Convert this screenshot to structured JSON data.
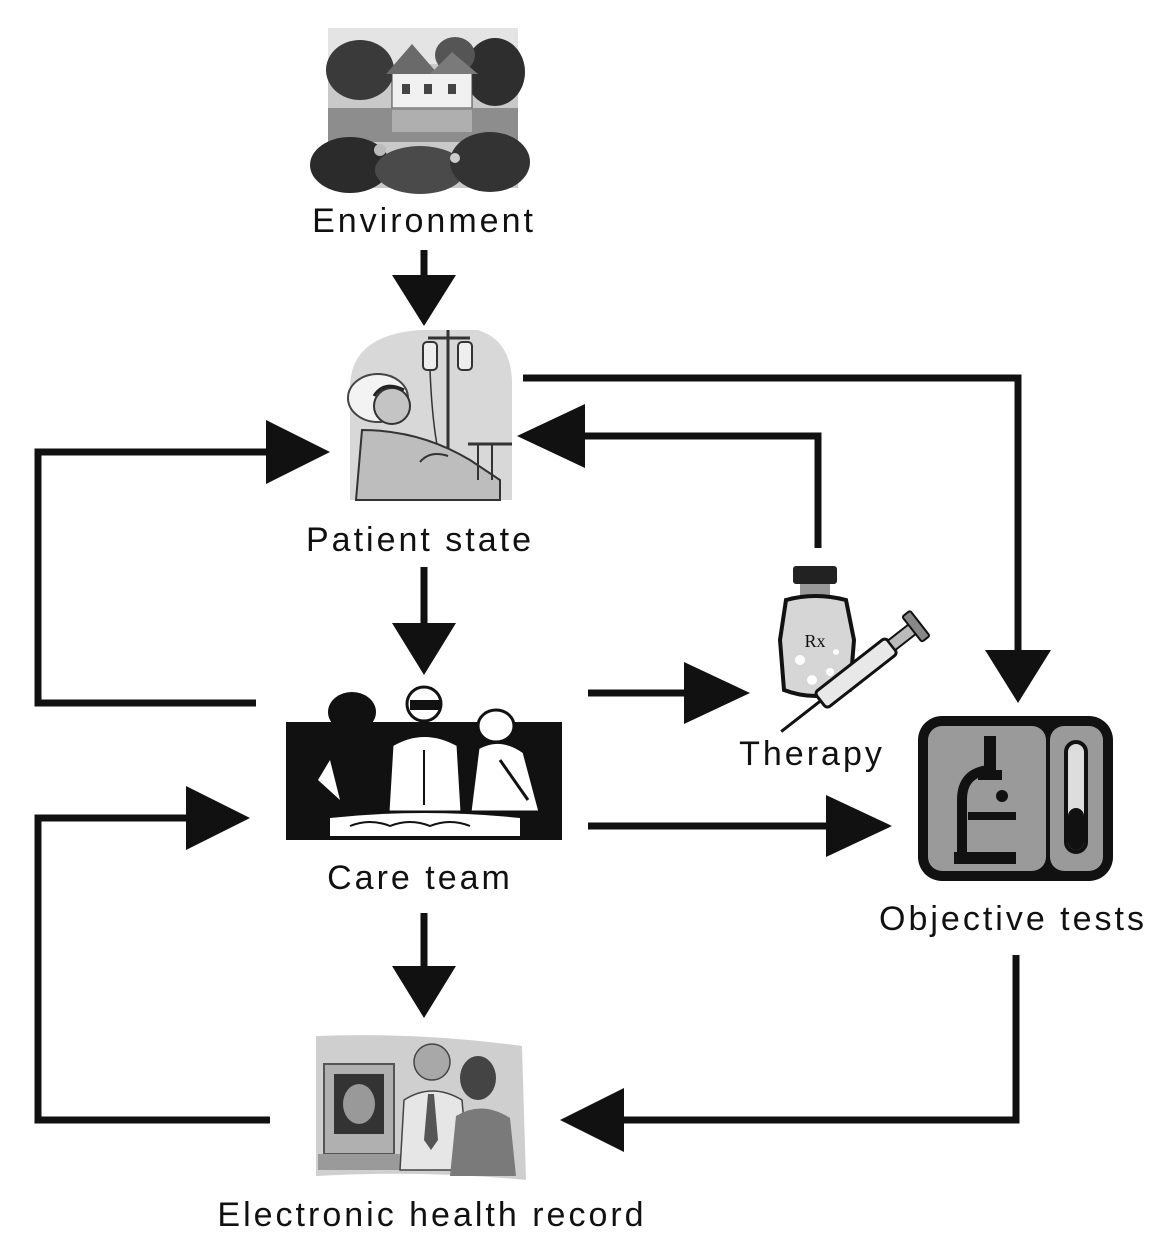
{
  "nodes": {
    "environment": {
      "label": "Environment",
      "picture": "house-by-pond-photo"
    },
    "patient_state": {
      "label": "Patient state",
      "picture": "patient-in-bed-with-iv-clipart"
    },
    "care_team": {
      "label": "Care team",
      "picture": "surgical-team-silhouette-clipart"
    },
    "therapy": {
      "label": "Therapy",
      "picture": "rx-bottle-and-syringe-clipart",
      "bottle_text": "Rx"
    },
    "objective_tests": {
      "label": "Objective tests",
      "picture": "microscope-and-test-tube-icon"
    },
    "ehr": {
      "label": "Electronic health record",
      "picture": "clinicians-at-computer-clipart"
    }
  },
  "edges": [
    {
      "from": "Environment",
      "to": "Patient state"
    },
    {
      "from": "Patient state",
      "to": "Care team"
    },
    {
      "from": "Patient state",
      "to": "Objective tests"
    },
    {
      "from": "Therapy",
      "to": "Patient state"
    },
    {
      "from": "Care team",
      "to": "Patient state"
    },
    {
      "from": "Care team",
      "to": "Therapy"
    },
    {
      "from": "Care team",
      "to": "Objective tests"
    },
    {
      "from": "Care team",
      "to": "Electronic health record"
    },
    {
      "from": "Objective tests",
      "to": "Electronic health record"
    },
    {
      "from": "Electronic health record",
      "to": "Care team"
    }
  ],
  "colors": {
    "ink": "#111111",
    "background": "#ffffff",
    "tile_gray": "#9a9a9a"
  }
}
